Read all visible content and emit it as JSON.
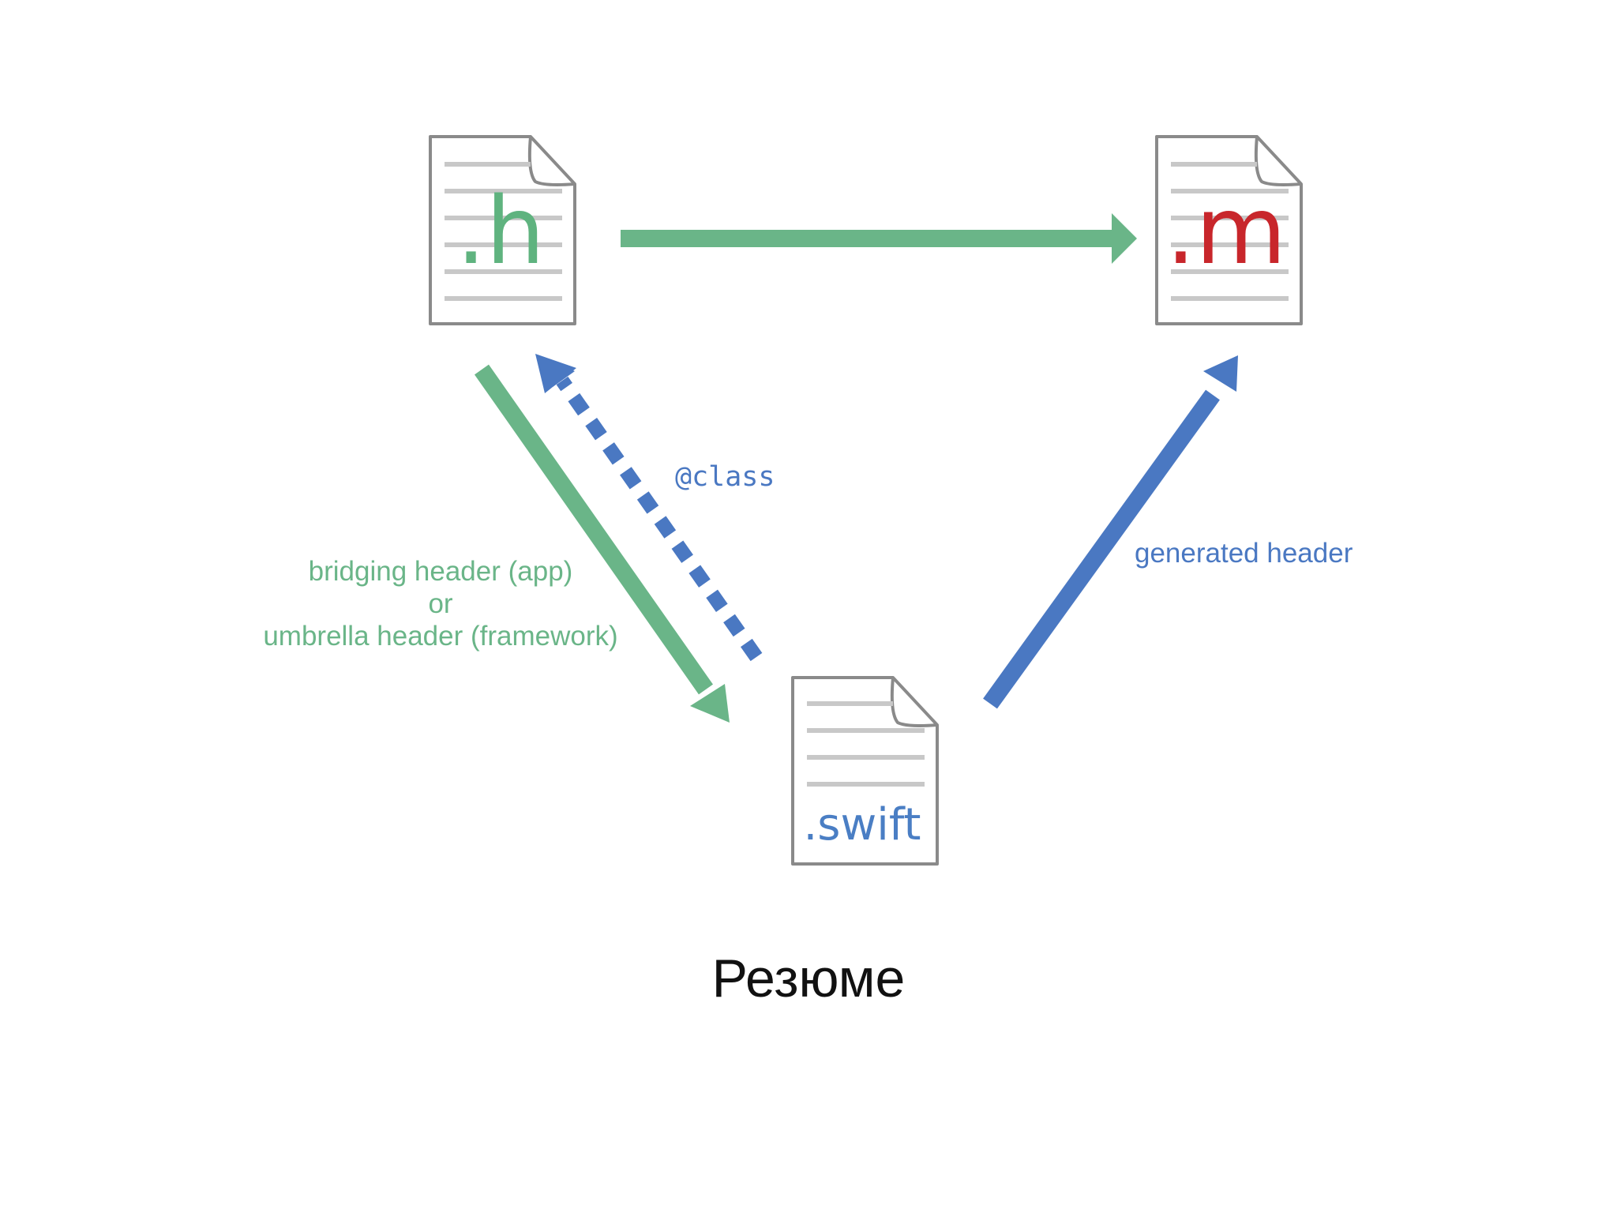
{
  "files": {
    "h": {
      "ext": ".h",
      "color": "#5fb37f"
    },
    "m": {
      "ext": ".m",
      "color": "#c8262b"
    },
    "swift": {
      "ext": ".swift",
      "color": "#4a7ec4"
    }
  },
  "edges": {
    "h_to_m": {
      "color": "#6ab588"
    },
    "h_to_swift": {
      "color": "#6ab588",
      "label_lines": [
        "bridging header (app)",
        "or",
        "umbrella header (framework)"
      ]
    },
    "swift_to_h": {
      "color": "#4a78c2",
      "label": "@class",
      "style": "dashed"
    },
    "swift_to_m": {
      "color": "#4a78c2",
      "label": "generated header"
    }
  },
  "caption": "Резюме",
  "colors": {
    "page_outline": "#8a8a8a",
    "page_lines": "#c8c8c8",
    "green": "#6ab588",
    "blue": "#4a78c2",
    "red": "#c8262b",
    "caption": "#111111"
  }
}
